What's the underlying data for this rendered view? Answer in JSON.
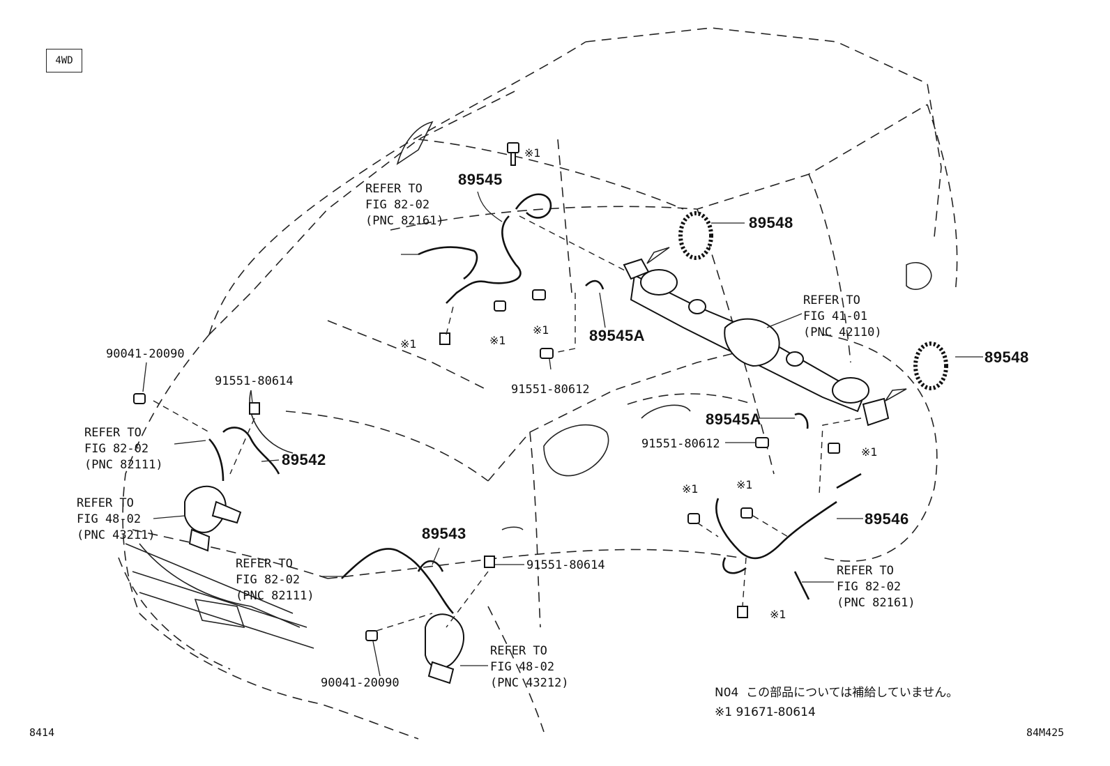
{
  "badge": "4WD",
  "parts": {
    "sensor_89545": "89545",
    "ring_89548_upper": "89548",
    "ring_89548_lower": "89548",
    "sensor_89545A_upper": "89545A",
    "sensor_89545A_lower": "89545A",
    "sensor_89542": "89542",
    "sensor_89543": "89543",
    "sensor_89546": "89546"
  },
  "fasteners": {
    "bolt_90041_upper": "90041-20090",
    "bolt_91551_80614_left": "91551-80614",
    "bolt_91551_80612_center": "91551-80612",
    "bolt_91551_80612_right": "91551-80612",
    "bolt_91551_80614_center": "91551-80614",
    "bolt_90041_lower": "90041-20090",
    "mark_1_a": "※1",
    "mark_1_b": "※1",
    "mark_1_c": "※1",
    "mark_1_d": "※1",
    "mark_1_e": "※1",
    "mark_1_f": "※1",
    "mark_1_g": "※1",
    "mark_1_h": "※1"
  },
  "references": {
    "ref_82161_top": "REFER TO\nFIG 82-02\n(PNC 82161)",
    "ref_42110": "REFER TO\nFIG 41-01\n(PNC 42110)",
    "ref_82111_left": "REFER TO\nFIG 82-02\n(PNC 82111)",
    "ref_43211": "REFER TO\nFIG 48-02\n(PNC 43211)",
    "ref_82111_center": "REFER TO\nFIG 82-02\n(PNC 82111)",
    "ref_43212": "REFER TO\nFIG 48-02\n(PNC 43212)",
    "ref_82161_right": "REFER TO\nFIG 82-02\n(PNC 82161)"
  },
  "notes": {
    "n04": "N04  この部品については補給していません。",
    "mark1": "※1 91671-80614"
  },
  "footer": {
    "left": "8414",
    "right": "84M425"
  }
}
